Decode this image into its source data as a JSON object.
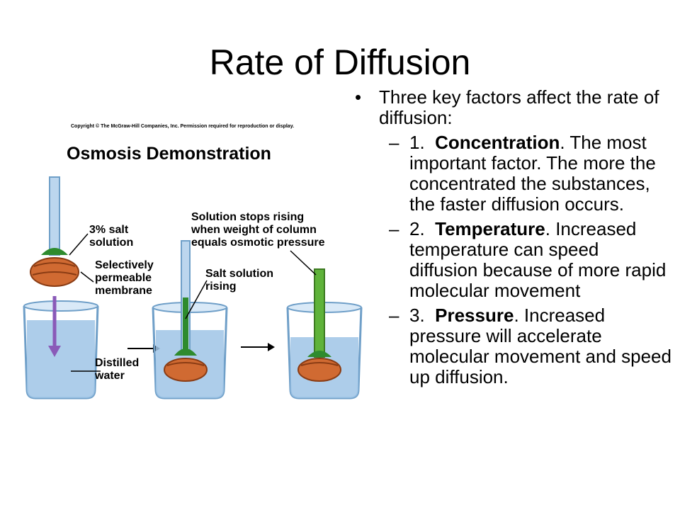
{
  "slide": {
    "title": "Rate of Diffusion",
    "intro": "Three key factors affect the rate of diffusion:",
    "factors": [
      {
        "num": "1.",
        "name": "Concentration",
        "punct": ".",
        "text": "The most important factor.  The more the concentrated the substances, the faster diffusion occurs."
      },
      {
        "num": "2.",
        "name": "Temperature",
        "punct": ".",
        "text": "Increased temperature can speed diffusion because of more rapid molecular movement"
      },
      {
        "num": "3.",
        "name": "Pressure",
        "punct": ".",
        "text": "Increased pressure will accelerate molecular movement and speed up diffusion."
      }
    ]
  },
  "figure": {
    "copyright": "Copyright © The McGraw-Hill Companies, Inc. Permission required for reproduction or display.",
    "heading": "Osmosis Demonstration",
    "labels": {
      "salt_solution": [
        "3% salt",
        "solution"
      ],
      "membrane": [
        "Selectively",
        "permeable",
        "membrane"
      ],
      "distilled_water": [
        "Distilled",
        "water"
      ],
      "rising": [
        "Salt solution",
        "rising"
      ],
      "stops": [
        "Solution stops rising",
        "when weight of column",
        "equals osmotic pressure"
      ]
    },
    "colors": {
      "water": "#9fc4e6",
      "salt_solution": "#2e8b2e",
      "membrane": "#d06a32",
      "arrow": "#8a5ab8"
    }
  }
}
